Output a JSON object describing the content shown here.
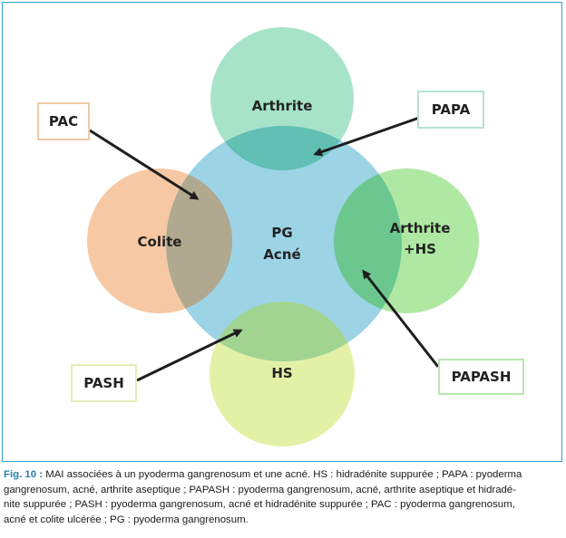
{
  "diagram": {
    "circles": [
      {
        "id": "pg-acne",
        "label_lines": [
          "PG",
          "Acné"
        ],
        "color": "#9cd4e6"
      },
      {
        "id": "arthrite",
        "label_lines": [
          "Arthrite"
        ],
        "color": "#a7e3c9"
      },
      {
        "id": "colite",
        "label_lines": [
          "Colite"
        ],
        "color": "#f6c8a4"
      },
      {
        "id": "arthrite-hs",
        "label_lines": [
          "Arthrite",
          "+HS"
        ],
        "color": "#aee8a2"
      },
      {
        "id": "hs",
        "label_lines": [
          "HS"
        ],
        "color": "#e3f1a6"
      }
    ],
    "overlap_colors": {
      "arthrite": "#62bfb3",
      "colite": "#b0a88f",
      "arthrite-hs": "#6cc78e",
      "hs": "#a2d491"
    },
    "boxes": [
      {
        "id": "pac",
        "label": "PAC",
        "border_color": "#f2c9a6"
      },
      {
        "id": "papa",
        "label": "PAPA",
        "border_color": "#b6e5cf"
      },
      {
        "id": "papash",
        "label": "PAPASH",
        "border_color": "#b8e6b0"
      },
      {
        "id": "pash",
        "label": "PASH",
        "border_color": "#e4eeb4"
      }
    ],
    "frame_color": "#2fa3cf",
    "arrow_color": "#1e1e1e"
  },
  "caption": {
    "label": "Fig. 10 :",
    "lines": [
      "MAI associées à un pyoderma gangrenosum et une acné. HS : hidradénite suppurée ; PAPA : pyoderma",
      "gangrenosum, acné, arthrite aseptique ; PAPASH : pyoderma gangrenosum, acné, arthrite aseptique et hidradé-",
      "nite suppurée ; PASH : pyoderma gangrenosum, acné et hidradénite suppurée ; PAC : pyoderma gangrenosum,",
      "acné et colite ulcérée ; PG : pyoderma gangrenosum."
    ]
  }
}
